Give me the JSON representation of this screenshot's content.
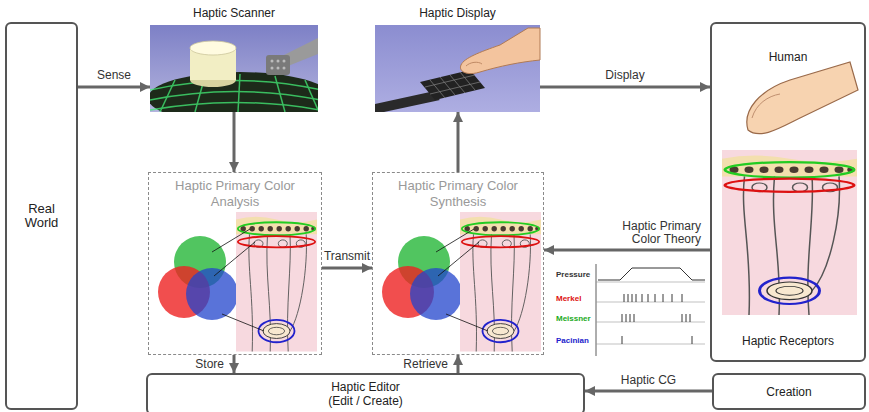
{
  "diagram": {
    "nodes": [
      {
        "text": [
          "Real World"
        ]
      },
      {
        "text": [
          "Haptic Scanner"
        ]
      },
      {
        "text": [
          "Haptic Display"
        ]
      },
      {
        "text": [
          "Human",
          "Haptic Receptors"
        ]
      },
      {
        "text": [
          "Haptic Primary Color Analysis"
        ]
      },
      {
        "text": [
          "Haptic Primary Color Synthesis"
        ]
      },
      {
        "text": [
          "Haptic Editor (Edit / Create)"
        ]
      },
      {
        "text": [
          "Creation"
        ]
      }
    ],
    "edges": [
      {
        "from": 0,
        "to": 1,
        "label": "Sense",
        "arrow": "to"
      },
      {
        "from": 1,
        "to": 4,
        "arrow": "to"
      },
      {
        "from": 4,
        "to": 5,
        "label": "Transmit",
        "arrow": "to"
      },
      {
        "from": 5,
        "to": 2,
        "arrow": "to"
      },
      {
        "from": 2,
        "to": 3,
        "label": "Display",
        "arrow": "to"
      },
      {
        "from": 3,
        "to": 5,
        "label": "Haptic Primary Color Theory",
        "arrow": "to"
      },
      {
        "from": 4,
        "to": 6,
        "label": "Store",
        "arrow": "to"
      },
      {
        "from": 6,
        "to": 5,
        "label": "Retrieve",
        "arrow": "to"
      },
      {
        "from": 7,
        "to": 6,
        "label": "Haptic CG",
        "arrow": "to"
      }
    ],
    "labels": [
      "Pressure",
      "Merkel",
      "Meissner",
      "Pacinian"
    ]
  }
}
